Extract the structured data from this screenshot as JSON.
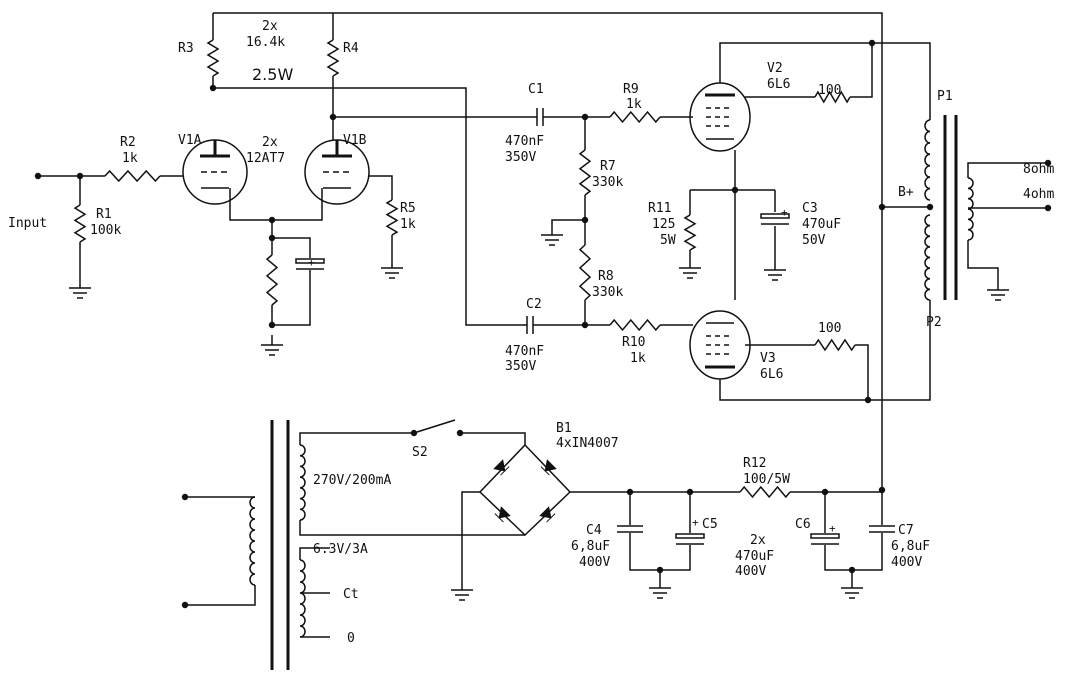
{
  "labels": {
    "r3": "R3",
    "r4": "R4",
    "r34_count": "2x",
    "r34_value": "16.4k",
    "r34_power": "2.5W",
    "r2": "R2",
    "r2_value": "1k",
    "v1a": "V1A",
    "v1_count": "2x",
    "v1_type": "12AT7",
    "v1b": "V1B",
    "input": "Input",
    "r1": "R1",
    "r1_value": "100k",
    "r5": "R5",
    "r5_value": "1k",
    "c1": "C1",
    "c1_value": "470nF",
    "c1_voltage": "350V",
    "r9": "R9",
    "r9_value": "1k",
    "v2": "V2",
    "v2_type": "6L6",
    "r_v2_screen": "100",
    "r7": "R7",
    "r7_value": "330k",
    "r11": "R11",
    "r11_value": "125",
    "r11_power": "5W",
    "c3": "C3",
    "c3_value": "470uF",
    "c3_voltage": "50V",
    "r8": "R8",
    "r8_value": "330k",
    "c2": "C2",
    "c2_value": "470nF",
    "c2_voltage": "350V",
    "r10": "R10",
    "r10_value": "1k",
    "r_v3_screen": "100",
    "v3": "V3",
    "v3_type": "6L6",
    "p1": "P1",
    "p2": "P2",
    "bplus": "B+",
    "out_8": "8ohm",
    "out_4": "4ohm",
    "s2": "S2",
    "b1": "B1",
    "b1_value": "4xIN4007",
    "sec_hv": "270V/200mA",
    "r12": "R12",
    "r12_value": "100/5W",
    "c4": "C4",
    "c4_value": "6,8uF",
    "c4_voltage": "400V",
    "c5": "C5",
    "c56_count": "2x",
    "c56_value": "470uF",
    "c56_voltage": "400V",
    "c6": "C6",
    "c7": "C7",
    "c7_value": "6,8uF",
    "c7_voltage": "400V",
    "heater": "6.3V/3A",
    "ct": "Ct",
    "zero": "0"
  }
}
